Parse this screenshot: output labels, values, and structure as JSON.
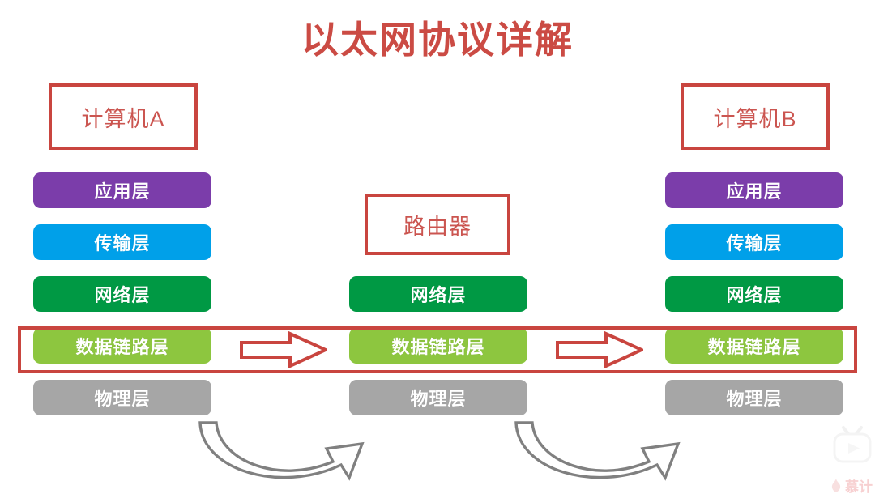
{
  "title": "以太网协议详解",
  "colors": {
    "title": "#cb4b44",
    "accent_red": "#c9453f",
    "application": "#7b3daa",
    "transport": "#00a0e9",
    "network": "#009944",
    "datalink": "#8dc63f",
    "physical": "#a6a6a6",
    "curve_gray": "#808080",
    "background": "#ffffff"
  },
  "nodes": {
    "computer_a": "计算机A",
    "router": "路由器",
    "computer_b": "计算机B"
  },
  "columns": {
    "left": {
      "node_label": "计算机A",
      "layers": [
        {
          "label": "应用层",
          "color": "#7b3daa"
        },
        {
          "label": "传输层",
          "color": "#00a0e9"
        },
        {
          "label": "网络层",
          "color": "#009944"
        },
        {
          "label": "数据链路层",
          "color": "#8dc63f"
        },
        {
          "label": "物理层",
          "color": "#a6a6a6"
        }
      ]
    },
    "middle": {
      "node_label": "路由器",
      "layers": [
        {
          "label": "网络层",
          "color": "#009944"
        },
        {
          "label": "数据链路层",
          "color": "#8dc63f"
        },
        {
          "label": "物理层",
          "color": "#a6a6a6"
        }
      ]
    },
    "right": {
      "node_label": "计算机B",
      "layers": [
        {
          "label": "应用层",
          "color": "#7b3daa"
        },
        {
          "label": "传输层",
          "color": "#00a0e9"
        },
        {
          "label": "网络层",
          "color": "#009944"
        },
        {
          "label": "数据链路层",
          "color": "#8dc63f"
        },
        {
          "label": "物理层",
          "color": "#a6a6a6"
        }
      ]
    }
  },
  "annotations": {
    "datalink_band": "数据链路层",
    "arrow_right_1": "right-arrow",
    "arrow_right_2": "right-arrow",
    "curve_1": "curved-up-arrow",
    "curve_2": "curved-up-arrow"
  },
  "watermark": {
    "logo": "play-tv-logo",
    "label": "慕计"
  }
}
